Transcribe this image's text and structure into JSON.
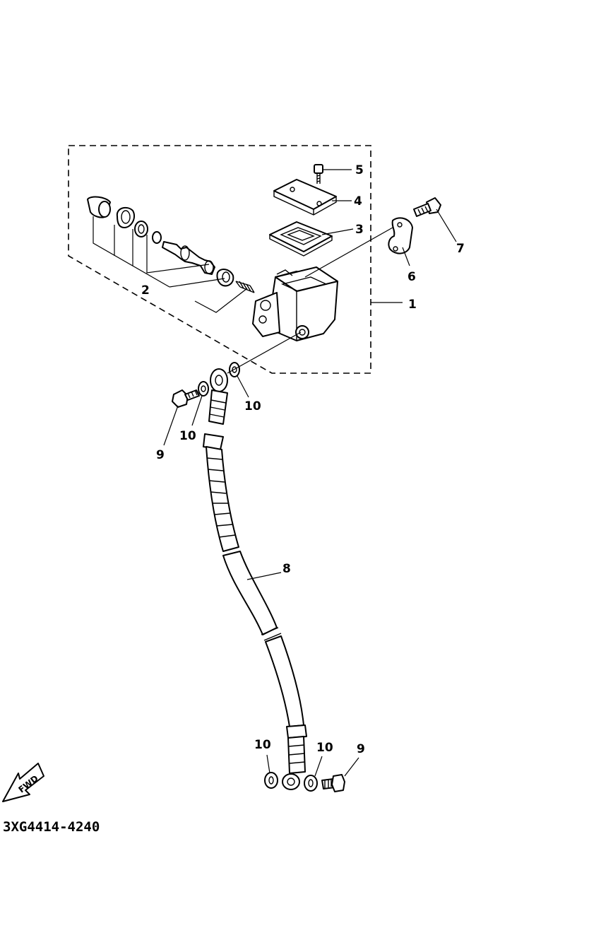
{
  "diagram": {
    "part_code": "3XG4414-4240",
    "fwd_label": "FWD",
    "callouts": [
      {
        "id": "c1",
        "label": "1"
      },
      {
        "id": "c2",
        "label": "2"
      },
      {
        "id": "c3",
        "label": "3"
      },
      {
        "id": "c4",
        "label": "4"
      },
      {
        "id": "c5",
        "label": "5"
      },
      {
        "id": "c6",
        "label": "6"
      },
      {
        "id": "c7",
        "label": "7"
      },
      {
        "id": "c8",
        "label": "8"
      },
      {
        "id": "c9a",
        "label": "9"
      },
      {
        "id": "c9b",
        "label": "9"
      },
      {
        "id": "c10a",
        "label": "10"
      },
      {
        "id": "c10b",
        "label": "10"
      },
      {
        "id": "c10c",
        "label": "10"
      },
      {
        "id": "c10d",
        "label": "10"
      }
    ]
  }
}
